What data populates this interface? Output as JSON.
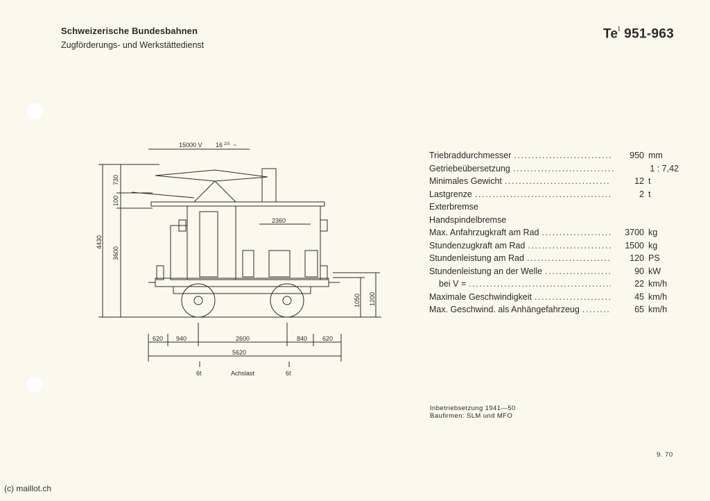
{
  "header": {
    "organization": "Schweizerische Bundesbahnen",
    "department": "Zugförderungs- und Werkstättedienst",
    "model": "Te",
    "model_superscript": "I",
    "model_numbers": "951-963"
  },
  "drawing": {
    "voltage": "15000 V",
    "frequency": "16",
    "frequency_fraction": "2/3",
    "frequency_symbol": "~",
    "heights": [
      "4430",
      "730",
      "100",
      "3600",
      "1050",
      "1200"
    ],
    "inner_width": "2360",
    "lengths": [
      "620",
      "940",
      "2600",
      "840",
      "620"
    ],
    "total_length": "5620",
    "axle_load_left": "6t",
    "axle_load_label": "Achslast",
    "axle_load_right": "6t"
  },
  "specs": [
    {
      "label": "Triebraddurchmesser",
      "value": "950",
      "unit": "mm"
    },
    {
      "label": "Getriebeübersetzung",
      "value": "1 : 7,42",
      "unit": ""
    },
    {
      "label": "Minimales Gewicht",
      "value": "12",
      "unit": "t"
    },
    {
      "label": "Lastgrenze",
      "value": "2",
      "unit": "t"
    },
    {
      "label": "Exterbremse",
      "value": "",
      "unit": ""
    },
    {
      "label": "Handspindelbremse",
      "value": "",
      "unit": ""
    },
    {
      "label": "Max. Anfahrzugkraft am Rad",
      "value": "3700",
      "unit": "kg"
    },
    {
      "label": "Stundenzugkraft am Rad",
      "value": "1500",
      "unit": "kg"
    },
    {
      "label": "Stundenleistung am Rad",
      "value": "120",
      "unit": "PS"
    },
    {
      "label": "Stundenleistung an der Welle",
      "value": "90",
      "unit": "kW"
    },
    {
      "label": "bei V =",
      "value": "22",
      "unit": "km/h"
    },
    {
      "label": "Maximale Geschwindigkeit",
      "value": "45",
      "unit": "km/h"
    },
    {
      "label": "Max. Geschwind. als Anhängefahrzeug",
      "value": "65",
      "unit": "km/h"
    }
  ],
  "notes": {
    "commissioning": "Inbetriebsetzung 1941—50",
    "builders": "Baufirmen: SLM und MFO"
  },
  "date": "9. 70",
  "copyright": "(c) maillot.ch"
}
